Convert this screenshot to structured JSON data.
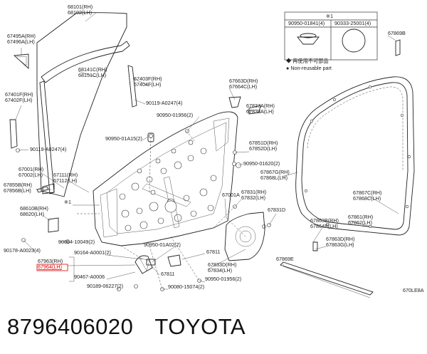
{
  "legend": {
    "mark": "※1",
    "col1": "90950-01841(4)",
    "col2": "90333-25001(4)",
    "note_jp": "再使用不可部品",
    "note_en": "Non-reusable part"
  },
  "labels": [
    {
      "id": "68101",
      "lines": [
        "68101(RH)",
        "68102(LH)"
      ]
    },
    {
      "id": "67495A",
      "lines": [
        "67495A(RH)",
        "67496A(LH)"
      ]
    },
    {
      "id": "68141",
      "lines": [
        "68141C(RH)",
        "68151C(LH)"
      ]
    },
    {
      "id": "67403F",
      "lines": [
        "67403F(RH)",
        "67404F(LH)"
      ]
    },
    {
      "id": "67401F",
      "lines": [
        "67401F(RH)",
        "67402F(LH)"
      ]
    },
    {
      "id": "90119-A0247-a",
      "lines": [
        "90119-A0247(4)"
      ]
    },
    {
      "id": "90119-A0247-b",
      "lines": [
        "90119-A0247(4)"
      ]
    },
    {
      "id": "67663D",
      "lines": [
        "67663D(RH)",
        "67664C(LH)"
      ]
    },
    {
      "id": "67837A",
      "lines": [
        "67837A(RH)",
        "67838A(LH)"
      ]
    },
    {
      "id": "90950-01956-a",
      "lines": [
        "90950-01956(2)"
      ]
    },
    {
      "id": "90950-01A15",
      "lines": [
        "90950-01A15(2)"
      ]
    },
    {
      "id": "67851D",
      "lines": [
        "67851D(RH)",
        "67852D(LH)"
      ]
    },
    {
      "id": "90950-01620",
      "lines": [
        "90950-01620(2)"
      ]
    },
    {
      "id": "67001",
      "lines": [
        "67001(RH)",
        "67002(LH)"
      ]
    },
    {
      "id": "67111",
      "lines": [
        "67111(RH)",
        "67112(LH)"
      ]
    },
    {
      "id": "67855B",
      "lines": [
        "67855B(RH)",
        "67856B(LH)"
      ]
    },
    {
      "id": "mark1",
      "lines": [
        "※1"
      ]
    },
    {
      "id": "67001A",
      "lines": [
        "67001A"
      ]
    },
    {
      "id": "67831",
      "lines": [
        "67831(RH)",
        "67832(LH)"
      ]
    },
    {
      "id": "68610B",
      "lines": [
        "68610B(RH)",
        "68620(LH)"
      ]
    },
    {
      "id": "90084-10049",
      "lines": [
        "90084-10049(2)"
      ]
    },
    {
      "id": "67831D",
      "lines": [
        "67831D"
      ]
    },
    {
      "id": "90178-A0023",
      "lines": [
        "90178-A0023(4)"
      ]
    },
    {
      "id": "90164-A0001",
      "lines": [
        "90164-A0001(2)"
      ]
    },
    {
      "id": "90950-01A02",
      "lines": [
        "90950-01A02(2)"
      ]
    },
    {
      "id": "67811-a",
      "lines": [
        "67811"
      ]
    },
    {
      "id": "67963",
      "lines": [
        "67963(RH)",
        "67964(LH)"
      ],
      "highlight_line": 1
    },
    {
      "id": "67833D",
      "lines": [
        "67833D(RH)",
        "67834(LH)"
      ]
    },
    {
      "id": "67811-b",
      "lines": [
        "67811"
      ]
    },
    {
      "id": "90467-A0006",
      "lines": [
        "90467-A0006"
      ]
    },
    {
      "id": "90950-01956-b",
      "lines": [
        "90950-01956(2)"
      ]
    },
    {
      "id": "90189-06227",
      "lines": [
        "90189-06227(2)"
      ]
    },
    {
      "id": "90080-15074",
      "lines": [
        "90080-15074(2)"
      ]
    },
    {
      "id": "67869E",
      "lines": [
        "67869E"
      ]
    },
    {
      "id": "67869B",
      "lines": [
        "67869B"
      ]
    },
    {
      "id": "67867G",
      "lines": [
        "67867G(RH)",
        "67868L(LH)"
      ]
    },
    {
      "id": "67867C",
      "lines": [
        "67867C(RH)",
        "67868C(LH)"
      ]
    },
    {
      "id": "67861",
      "lines": [
        "67861(RH)",
        "67862(LH)"
      ]
    },
    {
      "id": "67863B",
      "lines": [
        "67863B(RH)",
        "67864B(LH)"
      ]
    },
    {
      "id": "67863D",
      "lines": [
        "67863D(RH)",
        "67863G(LH)"
      ]
    },
    {
      "id": "code",
      "lines": [
        "670LE8A"
      ]
    }
  ],
  "caption": {
    "part_number": "8796406020",
    "brand": "TOYOTA"
  }
}
